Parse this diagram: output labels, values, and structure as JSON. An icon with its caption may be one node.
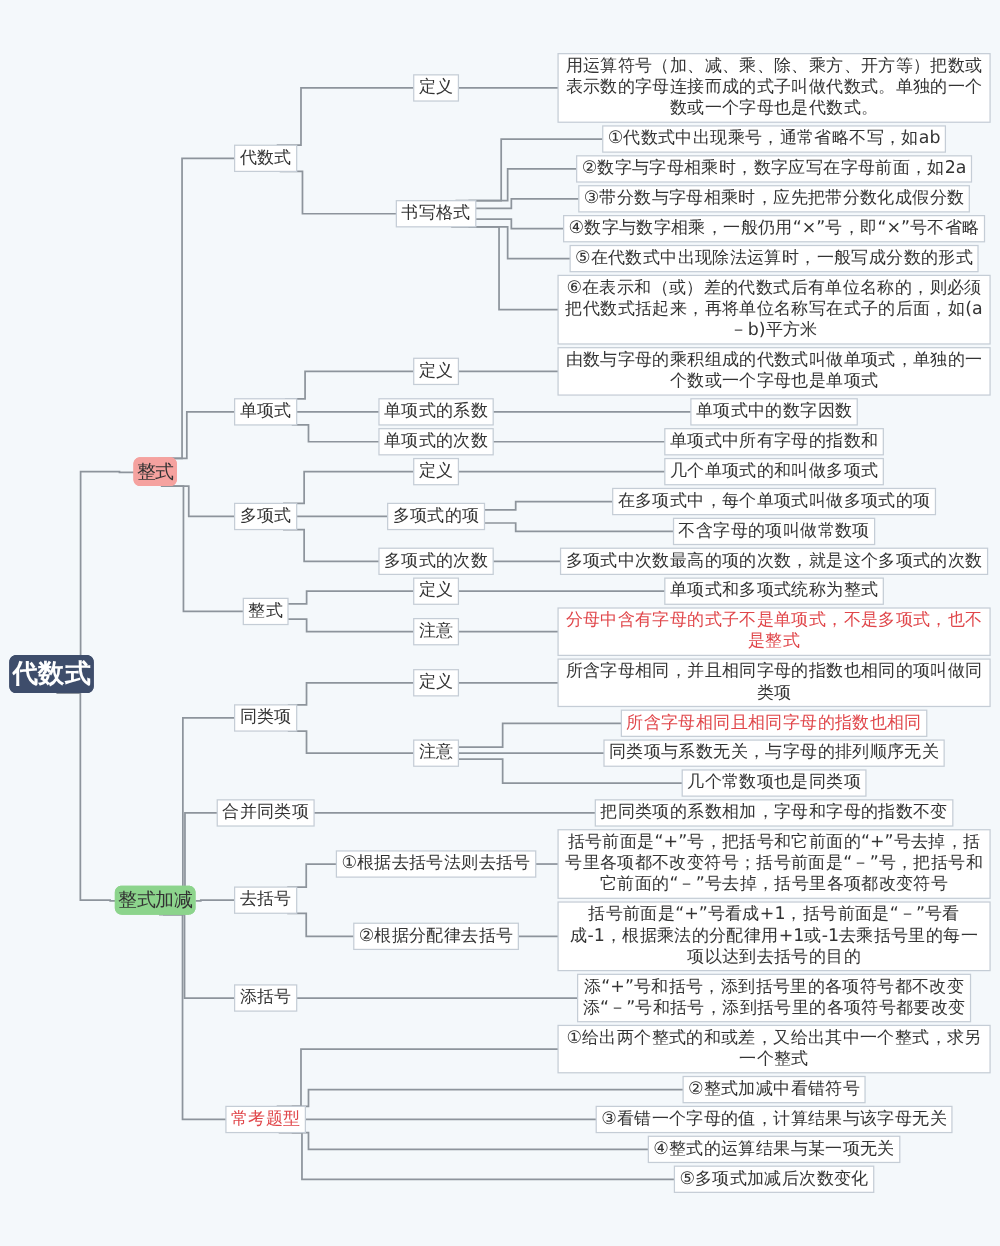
{
  "diagram": {
    "nodes": [
      {
        "text": [
          "代数式"
        ]
      },
      {
        "text": [
          "整式"
        ]
      },
      {
        "text": [
          "代数式"
        ]
      },
      {
        "text": [
          "定义"
        ]
      },
      {
        "text": [
          "用运算符号（加、减、乘、除、乘方、开方等）把数或表示数的字母连接而成的式子叫做代数式。单独的一个数或一个字母也是代数式。"
        ]
      },
      {
        "text": [
          "书写格式"
        ]
      },
      {
        "text": [
          "①代数式中出现乘号，通常省略不写，如ab"
        ]
      },
      {
        "text": [
          "②数字与字母相乘时，数字应写在字母前面，如2a"
        ]
      },
      {
        "text": [
          "③带分数与字母相乘时，应先把带分数化成假分数"
        ]
      },
      {
        "text": [
          "④数字与数字相乘，一般仍用“×”号，即“×”号不省略"
        ]
      },
      {
        "text": [
          "⑤在代数式中出现除法运算时，一般写成分数的形式"
        ]
      },
      {
        "text": [
          "⑥在表示和（或）差的代数式后有单位名称的，则必须把代数式括起来，再将单位名称写在式子的后面，如(a－b)平方米"
        ]
      },
      {
        "text": [
          "单项式"
        ]
      },
      {
        "text": [
          "定义"
        ]
      },
      {
        "text": [
          "由数与字母的乘积组成的代数式叫做单项式，单独的一个数或一个字母也是单项式"
        ]
      },
      {
        "text": [
          "单项式的系数"
        ]
      },
      {
        "text": [
          "单项式中的数字因数"
        ]
      },
      {
        "text": [
          "单项式的次数"
        ]
      },
      {
        "text": [
          "单项式中所有字母的指数和"
        ]
      },
      {
        "text": [
          "多项式"
        ]
      },
      {
        "text": [
          "定义"
        ]
      },
      {
        "text": [
          "几个单项式的和叫做多项式"
        ]
      },
      {
        "text": [
          "多项式的项"
        ]
      },
      {
        "text": [
          "在多项式中，每个单项式叫做多项式的项"
        ]
      },
      {
        "text": [
          "不含字母的项叫做常数项"
        ]
      },
      {
        "text": [
          "多项式的次数"
        ]
      },
      {
        "text": [
          "多项式中次数最高的项的次数，就是这个多项式的次数"
        ]
      },
      {
        "text": [
          "整式"
        ]
      },
      {
        "text": [
          "定义"
        ]
      },
      {
        "text": [
          "单项式和多项式统称为整式"
        ]
      },
      {
        "text": [
          "注意"
        ]
      },
      {
        "text": [
          "分母中含有字母的式子不是单项式，不是多项式，也不是整式"
        ]
      },
      {
        "text": [
          "整式加减"
        ]
      },
      {
        "text": [
          "同类项"
        ]
      },
      {
        "text": [
          "定义"
        ]
      },
      {
        "text": [
          "所含字母相同，并且相同字母的指数也相同的项叫做同类项"
        ]
      },
      {
        "text": [
          "注意"
        ]
      },
      {
        "text": [
          "所含字母相同且相同字母的指数也相同"
        ]
      },
      {
        "text": [
          "同类项与系数无关，与字母的排列顺序无关"
        ]
      },
      {
        "text": [
          "几个常数项也是同类项"
        ]
      },
      {
        "text": [
          "合并同类项"
        ]
      },
      {
        "text": [
          "把同类项的系数相加，字母和字母的指数不变"
        ]
      },
      {
        "text": [
          "去括号"
        ]
      },
      {
        "text": [
          "①根据去括号法则去括号"
        ]
      },
      {
        "text": [
          "括号前面是“+”号，把括号和它前面的“+”号去掉，括号里各项都不改变符号；括号前面是“－”号，把括号和它前面的“－”号去掉，括号里各项都改变符号"
        ]
      },
      {
        "text": [
          "②根据分配律去括号"
        ]
      },
      {
        "text": [
          "括号前面是“+”号看成+1，括号前面是“－”号看成-1，根据乘法的分配律用+1或-1去乘括号里的每一项以达到去括号的目的"
        ]
      },
      {
        "text": [
          "添括号"
        ]
      },
      {
        "text": [
          "添“+”号和括号，添到括号里的各项符号都不改变",
          "添“－”号和括号，添到括号里的各项符号都要改变"
        ]
      },
      {
        "text": [
          "常考题型"
        ]
      },
      {
        "text": [
          "①给出两个整式的和或差，又给出其中一个整式，求另一个整式"
        ]
      },
      {
        "text": [
          "②整式加减中看错符号"
        ]
      },
      {
        "text": [
          "③看错一个字母的值，计算结果与该字母无关"
        ]
      },
      {
        "text": [
          "④整式的运算结果与某一项无关"
        ]
      },
      {
        "text": [
          "⑤多项式加减后次数变化"
        ]
      }
    ],
    "edges": [
      {
        "from": 0,
        "to": 1,
        "arrow": "none"
      },
      {
        "from": 1,
        "to": 2,
        "arrow": "none"
      },
      {
        "from": 2,
        "to": 3,
        "arrow": "none"
      },
      {
        "from": 3,
        "to": 4,
        "arrow": "none"
      },
      {
        "from": 2,
        "to": 5,
        "arrow": "none"
      },
      {
        "from": 5,
        "to": 6,
        "arrow": "none"
      },
      {
        "from": 5,
        "to": 7,
        "arrow": "none"
      },
      {
        "from": 5,
        "to": 8,
        "arrow": "none"
      },
      {
        "from": 5,
        "to": 9,
        "arrow": "none"
      },
      {
        "from": 5,
        "to": 10,
        "arrow": "none"
      },
      {
        "from": 5,
        "to": 11,
        "arrow": "none"
      },
      {
        "from": 1,
        "to": 12,
        "arrow": "none"
      },
      {
        "from": 12,
        "to": 13,
        "arrow": "none"
      },
      {
        "from": 13,
        "to": 14,
        "arrow": "none"
      },
      {
        "from": 12,
        "to": 15,
        "arrow": "none"
      },
      {
        "from": 15,
        "to": 16,
        "arrow": "none"
      },
      {
        "from": 12,
        "to": 17,
        "arrow": "none"
      },
      {
        "from": 17,
        "to": 18,
        "arrow": "none"
      },
      {
        "from": 1,
        "to": 19,
        "arrow": "none"
      },
      {
        "from": 19,
        "to": 20,
        "arrow": "none"
      },
      {
        "from": 20,
        "to": 21,
        "arrow": "none"
      },
      {
        "from": 19,
        "to": 22,
        "arrow": "none"
      },
      {
        "from": 22,
        "to": 23,
        "arrow": "none"
      },
      {
        "from": 22,
        "to": 24,
        "arrow": "none"
      },
      {
        "from": 19,
        "to": 25,
        "arrow": "none"
      },
      {
        "from": 25,
        "to": 26,
        "arrow": "none"
      },
      {
        "from": 1,
        "to": 27,
        "arrow": "none"
      },
      {
        "from": 27,
        "to": 28,
        "arrow": "none"
      },
      {
        "from": 28,
        "to": 29,
        "arrow": "none"
      },
      {
        "from": 27,
        "to": 30,
        "arrow": "none"
      },
      {
        "from": 30,
        "to": 31,
        "arrow": "none"
      },
      {
        "from": 0,
        "to": 32,
        "arrow": "none"
      },
      {
        "from": 32,
        "to": 33,
        "arrow": "none"
      },
      {
        "from": 33,
        "to": 34,
        "arrow": "none"
      },
      {
        "from": 34,
        "to": 35,
        "arrow": "none"
      },
      {
        "from": 33,
        "to": 36,
        "arrow": "none"
      },
      {
        "from": 36,
        "to": 37,
        "arrow": "none"
      },
      {
        "from": 36,
        "to": 38,
        "arrow": "none"
      },
      {
        "from": 36,
        "to": 39,
        "arrow": "none"
      },
      {
        "from": 32,
        "to": 40,
        "arrow": "none"
      },
      {
        "from": 40,
        "to": 41,
        "arrow": "none"
      },
      {
        "from": 32,
        "to": 42,
        "arrow": "none"
      },
      {
        "from": 42,
        "to": 43,
        "arrow": "none"
      },
      {
        "from": 43,
        "to": 44,
        "arrow": "none"
      },
      {
        "from": 42,
        "to": 45,
        "arrow": "none"
      },
      {
        "from": 45,
        "to": 46,
        "arrow": "none"
      },
      {
        "from": 32,
        "to": 47,
        "arrow": "none"
      },
      {
        "from": 47,
        "to": 48,
        "arrow": "none"
      },
      {
        "from": 32,
        "to": 49,
        "arrow": "none"
      },
      {
        "from": 49,
        "to": 50,
        "arrow": "none"
      },
      {
        "from": 49,
        "to": 51,
        "arrow": "none"
      },
      {
        "from": 49,
        "to": 52,
        "arrow": "none"
      },
      {
        "from": 49,
        "to": 53,
        "arrow": "none"
      },
      {
        "from": 49,
        "to": 54,
        "arrow": "none"
      }
    ]
  }
}
